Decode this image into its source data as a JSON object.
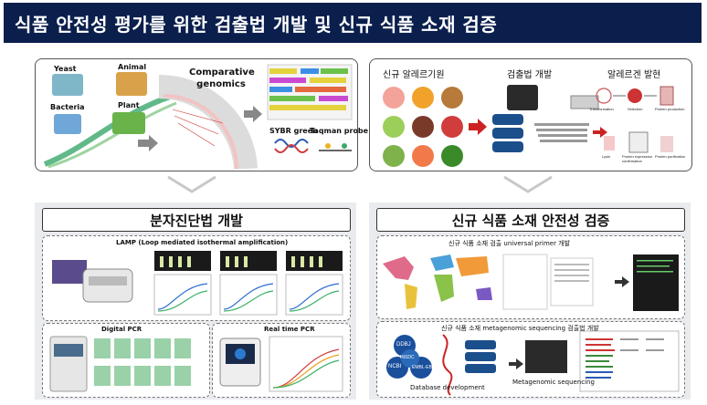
{
  "title": "식품 안전성 평가를 위한 검출법 개발 및 신규 식품 소재 검증",
  "top_left": {
    "organisms": [
      "Yeast",
      "Animal",
      "Bacteria",
      "Plant"
    ],
    "comparative": "Comparative genomics",
    "probes": [
      "SYBR green",
      "Taqman probe"
    ]
  },
  "top_right": {
    "steps": [
      "신규 알레르기원",
      "검출법 개발",
      "알레르겐 발현"
    ],
    "mini_labels": [
      "Transformation",
      "Selection",
      "Protein production",
      "Lysis",
      "Protein expression confirmation",
      "Protein purification"
    ]
  },
  "bottom_left": {
    "header": "분자진단법 개발",
    "lamp": "LAMP (Loop mediated isothermal amplification)",
    "dpcr": "Digital PCR",
    "rtpcr": "Real time PCR"
  },
  "bottom_right": {
    "header": "신규 식품 소재 안전성 검증",
    "primer": "신규 식품 소재 검출 universal primer 개발",
    "meta": "신규 식품 소재 metagenomic sequencing 검출법 개발",
    "db_labels": [
      "DDBJ",
      "INSDC",
      "NCBI",
      "EMBL-EBI"
    ],
    "db_dev": "Database development",
    "meta_seq": "Metagenomic sequencing"
  },
  "colors": {
    "title_bg": "#0b1f4d",
    "panel_bg": "#e9ebef",
    "accent_blue": "#1a4f9c"
  }
}
